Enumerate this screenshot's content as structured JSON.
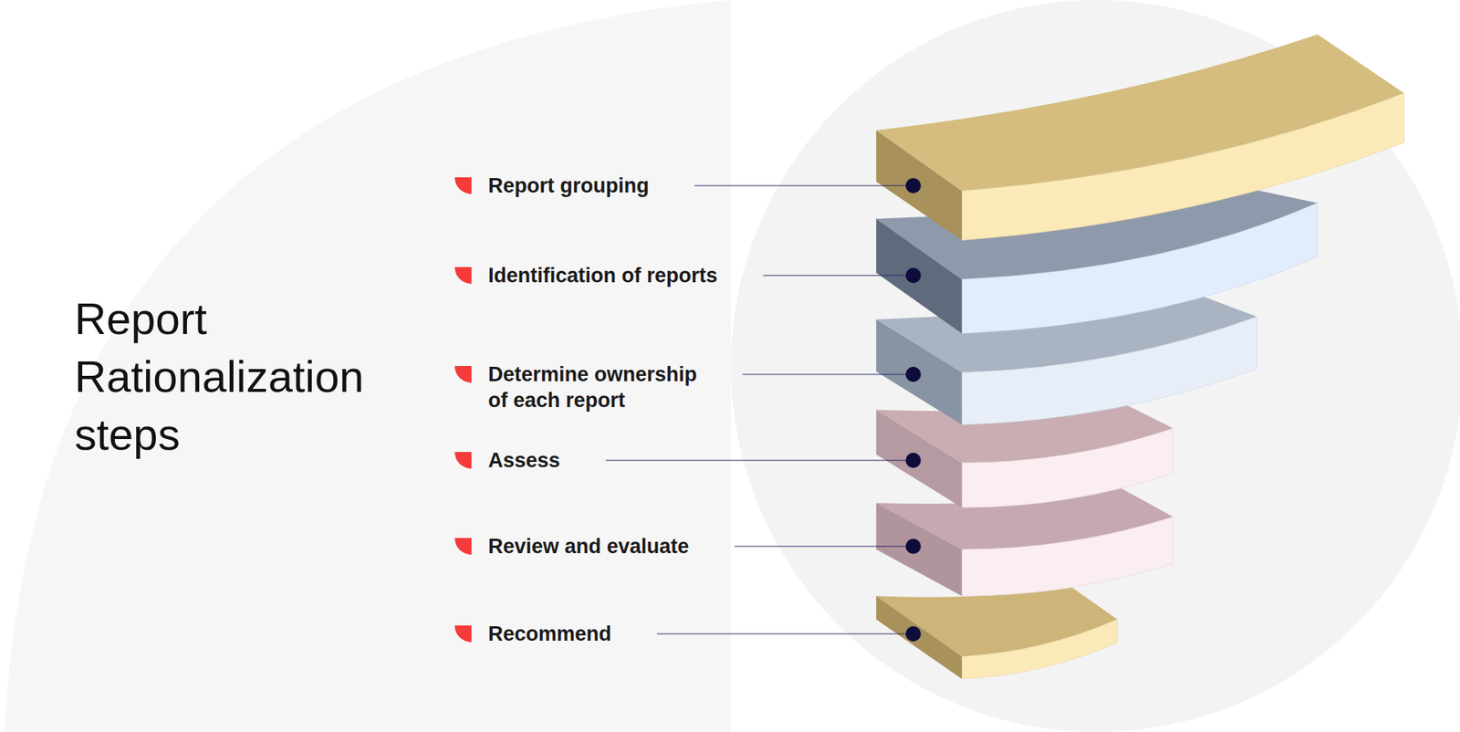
{
  "diagram": {
    "title": "Report Rationalization steps",
    "labels": [
      "Report grouping",
      "Identification of reports",
      "Determine ownership of each report",
      "Assess",
      "Review and evaluate",
      "Recommend"
    ]
  }
}
